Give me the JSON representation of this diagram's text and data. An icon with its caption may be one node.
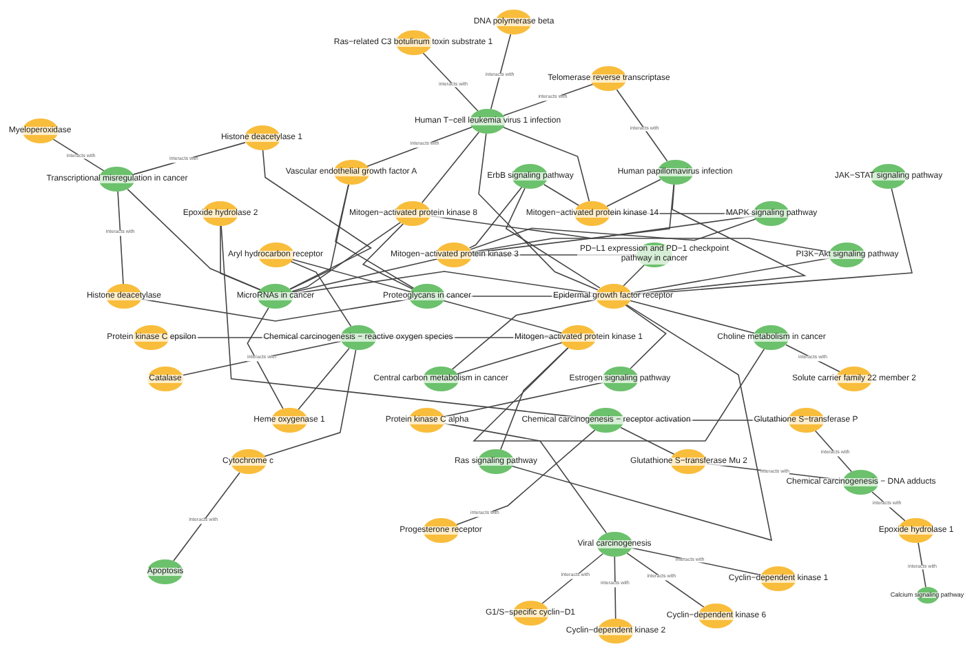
{
  "diagram": {
    "nodes": [
      {
        "text": [
          "Ras−related C3 botulinum toxin substrate 1"
        ]
      },
      {
        "text": [
          "DNA polymerase beta"
        ]
      },
      {
        "text": [
          "Telomerase reverse transcriptase"
        ]
      },
      {
        "text": [
          "Myeloperoxidase"
        ]
      },
      {
        "text": [
          "Human T−cell leukemia virus 1 infection"
        ]
      },
      {
        "text": [
          "Histone deacetylase 1"
        ]
      },
      {
        "text": [
          "Transcriptional misregulation in cancer"
        ]
      },
      {
        "text": [
          "ErbB signaling pathway"
        ]
      },
      {
        "text": [
          "Human papillomavirus infection"
        ]
      },
      {
        "text": [
          "Vascular endothelial growth factor A"
        ]
      },
      {
        "text": [
          "Mitogen−activated protein kinase 14"
        ]
      },
      {
        "text": [
          "MAPK signaling pathway"
        ]
      },
      {
        "text": [
          "JAK−STAT signaling pathway"
        ]
      },
      {
        "text": [
          "Epoxide hydrolase 2"
        ]
      },
      {
        "text": [
          "Mitogen−activated protein kinase 8"
        ]
      },
      {
        "text": [
          "Mitogen−activated protein kinase 3"
        ]
      },
      {
        "text": [
          "PD−L1 expression and PD−1 checkpoint pathway in cancer"
        ]
      },
      {
        "text": [
          "Aryl hydrocarbon receptor"
        ]
      },
      {
        "text": [
          "Histone deacetylase"
        ]
      },
      {
        "text": [
          "MicroRNAs in cancer"
        ]
      },
      {
        "text": [
          "Proteoglycans in cancer"
        ]
      },
      {
        "text": [
          "Epidermal growth factor receptor"
        ]
      },
      {
        "text": [
          "PI3K−Akt signaling pathway"
        ]
      },
      {
        "text": [
          "Mitogen−activated protein kinase 1"
        ]
      },
      {
        "text": [
          "Chemical carcinogenesis − reactive oxygen species"
        ]
      },
      {
        "text": [
          "Protein kinase C epsilon"
        ]
      },
      {
        "text": [
          "Central carbon metabolism in cancer"
        ]
      },
      {
        "text": [
          "Estrogen signaling pathway"
        ]
      },
      {
        "text": [
          "Choline metabolism in cancer"
        ]
      },
      {
        "text": [
          "Chemical carcinogenesis − receptor activation"
        ]
      },
      {
        "text": [
          "Solute carrier family 22 member 2"
        ]
      },
      {
        "text": [
          "Catalase"
        ]
      },
      {
        "text": [
          "Protein kinase C alpha"
        ]
      },
      {
        "text": [
          "Heme oxygenase 1"
        ]
      },
      {
        "text": [
          "Glutathione S−transferase P"
        ]
      },
      {
        "text": [
          "Cytochrome c"
        ]
      },
      {
        "text": [
          "Ras signaling pathway"
        ]
      },
      {
        "text": [
          "Glutathione S−transferase Mu 2"
        ]
      },
      {
        "text": [
          "Chemical carcinogenesis − DNA adducts"
        ]
      },
      {
        "text": [
          "Progesterone receptor"
        ]
      },
      {
        "text": [
          "Epoxide hydrolase 1"
        ]
      },
      {
        "text": [
          "Viral carcinogenesis"
        ]
      },
      {
        "text": [
          "Apoptosis"
        ]
      },
      {
        "text": [
          "Cyclin−dependent kinase 1"
        ]
      },
      {
        "text": [
          "Calcium signaling pathway"
        ]
      },
      {
        "text": [
          "G1/S−specific cyclin−D1"
        ]
      },
      {
        "text": [
          "Cyclin−dependent kinase 6"
        ]
      },
      {
        "text": [
          "Cyclin−dependent kinase 2"
        ]
      }
    ],
    "edges": [
      {
        "from": 0,
        "to": 4,
        "arrow": "none",
        "label": "interacts with"
      },
      {
        "from": 1,
        "to": 4,
        "arrow": "none",
        "label": "interacts with"
      },
      {
        "from": 2,
        "to": 4,
        "arrow": "none",
        "label": "interacts with"
      },
      {
        "from": 2,
        "to": 8,
        "arrow": "none",
        "label": "interacts with"
      },
      {
        "from": 3,
        "to": 6,
        "arrow": "none",
        "label": "interacts with"
      },
      {
        "from": 5,
        "to": 6,
        "arrow": "none",
        "label": "interacts with"
      },
      {
        "from": 18,
        "to": 6,
        "arrow": "none",
        "label": "interacts with"
      },
      {
        "from": 6,
        "to": 19,
        "arrow": "none"
      },
      {
        "from": 5,
        "to": 19,
        "arrow": "none"
      },
      {
        "from": 9,
        "to": 4,
        "arrow": "none",
        "label": "interacts with"
      },
      {
        "from": 10,
        "to": 4,
        "arrow": "none"
      },
      {
        "from": 14,
        "to": 4,
        "arrow": "none"
      },
      {
        "from": 21,
        "to": 4,
        "arrow": "none"
      },
      {
        "from": 9,
        "to": 19,
        "arrow": "none"
      },
      {
        "from": 9,
        "to": 20,
        "arrow": "none"
      },
      {
        "from": 10,
        "to": 7,
        "arrow": "none"
      },
      {
        "from": 15,
        "to": 7,
        "arrow": "none"
      },
      {
        "from": 21,
        "to": 7,
        "arrow": "none"
      },
      {
        "from": 10,
        "to": 8,
        "arrow": "none"
      },
      {
        "from": 15,
        "to": 8,
        "arrow": "none"
      },
      {
        "from": 21,
        "to": 8,
        "arrow": "none"
      },
      {
        "from": 10,
        "to": 11,
        "arrow": "none"
      },
      {
        "from": 14,
        "to": 11,
        "arrow": "none"
      },
      {
        "from": 15,
        "to": 11,
        "arrow": "none"
      },
      {
        "from": 21,
        "to": 12,
        "arrow": "none"
      },
      {
        "from": 15,
        "to": 16,
        "arrow": "none"
      },
      {
        "from": 21,
        "to": 16,
        "arrow": "none"
      },
      {
        "from": 21,
        "to": 22,
        "arrow": "none"
      },
      {
        "from": 15,
        "to": 22,
        "arrow": "none"
      },
      {
        "from": 13,
        "to": 19,
        "arrow": "none"
      },
      {
        "from": 13,
        "to": 29,
        "arrow": "none"
      },
      {
        "from": 17,
        "to": 24,
        "arrow": "none"
      },
      {
        "from": 17,
        "to": 20,
        "arrow": "none"
      },
      {
        "from": 18,
        "to": 20,
        "arrow": "none"
      },
      {
        "from": 14,
        "to": 19,
        "arrow": "none"
      },
      {
        "from": 15,
        "to": 19,
        "arrow": "none"
      },
      {
        "from": 21,
        "to": 19,
        "arrow": "none"
      },
      {
        "from": 33,
        "to": 19,
        "arrow": "none"
      },
      {
        "from": 14,
        "to": 20,
        "arrow": "none"
      },
      {
        "from": 21,
        "to": 20,
        "arrow": "none"
      },
      {
        "from": 23,
        "to": 20,
        "arrow": "none"
      },
      {
        "from": 25,
        "to": 24,
        "arrow": "none"
      },
      {
        "from": 31,
        "to": 24,
        "arrow": "none",
        "label": "interacts with"
      },
      {
        "from": 33,
        "to": 24,
        "arrow": "none"
      },
      {
        "from": 35,
        "to": 24,
        "arrow": "none"
      },
      {
        "from": 23,
        "to": 24,
        "arrow": "none"
      },
      {
        "from": 21,
        "to": 26,
        "arrow": "none"
      },
      {
        "from": 23,
        "to": 26,
        "arrow": "none"
      },
      {
        "from": 21,
        "to": 27,
        "arrow": "none"
      },
      {
        "from": 32,
        "to": 27,
        "arrow": "none"
      },
      {
        "from": 21,
        "to": 28,
        "arrow": "none"
      },
      {
        "from": 30,
        "to": 28,
        "arrow": "none",
        "label": "interacts with"
      },
      {
        "from": 32,
        "to": 28,
        "arrow": "none"
      },
      {
        "from": 34,
        "to": 29,
        "arrow": "none"
      },
      {
        "from": 37,
        "to": 29,
        "arrow": "none"
      },
      {
        "from": 39,
        "to": 29,
        "arrow": "none",
        "label": "interacts with"
      },
      {
        "from": 21,
        "to": 36,
        "arrow": "none"
      },
      {
        "from": 23,
        "to": 36,
        "arrow": "none"
      },
      {
        "from": 34,
        "to": 38,
        "arrow": "none",
        "label": "interacts with"
      },
      {
        "from": 37,
        "to": 38,
        "arrow": "none",
        "label": "interacts with"
      },
      {
        "from": 40,
        "to": 38,
        "arrow": "none",
        "label": "interacts with"
      },
      {
        "from": 40,
        "to": 44,
        "arrow": "none",
        "label": "interacts with"
      },
      {
        "from": 23,
        "to": 41,
        "arrow": "none"
      },
      {
        "from": 43,
        "to": 41,
        "arrow": "none",
        "label": "interacts with"
      },
      {
        "from": 45,
        "to": 41,
        "arrow": "none",
        "label": "interacts with"
      },
      {
        "from": 46,
        "to": 41,
        "arrow": "none",
        "label": "interacts with"
      },
      {
        "from": 47,
        "to": 41,
        "arrow": "none",
        "label": "interacts with"
      },
      {
        "from": 35,
        "to": 42,
        "arrow": "none",
        "label": "interacts with"
      }
    ]
  }
}
